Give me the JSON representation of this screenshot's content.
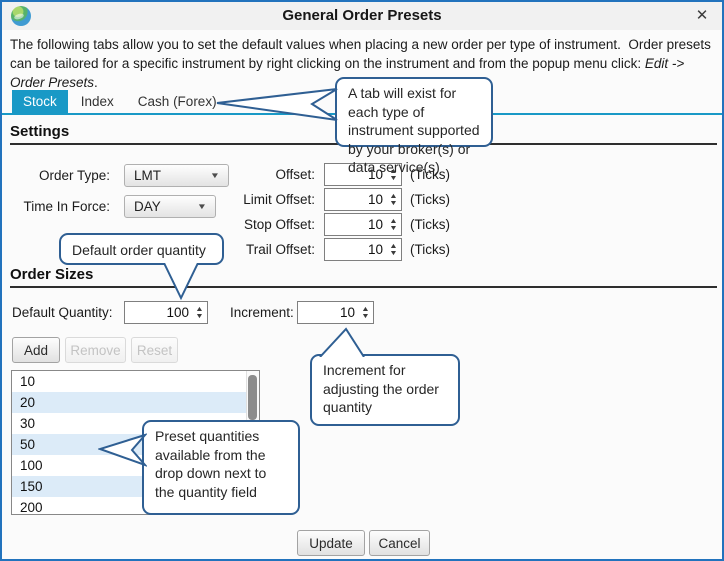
{
  "window": {
    "title": "General Order Presets"
  },
  "icons": {
    "close": "✕",
    "dropdown_arrow": "▼",
    "spinner_up": "▲",
    "spinner_down": "▼"
  },
  "description": {
    "part1": "The following tabs allow you to set the default values when placing a new order per type of instrument.  Order presets can be tailored for a specific instrument by right clicking on the instrument and from the popup menu click: ",
    "em": "Edit -> Order Presets",
    "part2": "."
  },
  "tabs": {
    "items": [
      {
        "label": "Stock",
        "selected": true
      },
      {
        "label": "Index",
        "selected": false
      },
      {
        "label": "Cash (Forex)",
        "selected": false
      }
    ]
  },
  "settings": {
    "heading": "Settings",
    "order_type_label": "Order Type:",
    "order_type_value": "LMT",
    "tif_label": "Time In Force:",
    "tif_value": "DAY",
    "offsets": [
      {
        "label": "Offset:",
        "value": "10",
        "unit": "(Ticks)"
      },
      {
        "label": "Limit Offset:",
        "value": "10",
        "unit": "(Ticks)"
      },
      {
        "label": "Stop Offset:",
        "value": "10",
        "unit": "(Ticks)"
      },
      {
        "label": "Trail Offset:",
        "value": "10",
        "unit": "(Ticks)"
      }
    ]
  },
  "order_sizes": {
    "heading": "Order Sizes",
    "default_quantity_label": "Default Quantity:",
    "default_quantity_value": "100",
    "increment_label": "Increment:",
    "increment_value": "10",
    "buttons": {
      "add": "Add",
      "remove": "Remove",
      "reset": "Reset"
    },
    "presets": [
      "10",
      "20",
      "30",
      "50",
      "100",
      "150",
      "200"
    ]
  },
  "callouts": {
    "tabs": "A tab will exist for each type of instrument supported by your broker(s) or data service(s)",
    "default_quantity": "Default order quantity",
    "increment": "Increment for adjusting the order quantity",
    "presets": "Preset quantities available from the drop down next to the quantity field"
  },
  "footer": {
    "update": "Update",
    "cancel": "Cancel"
  },
  "colors": {
    "accent_tab": "#1999c6",
    "dialog_border": "#2273bd",
    "callout_border": "#2f5f93",
    "row_stripe": "#dcebf8"
  }
}
